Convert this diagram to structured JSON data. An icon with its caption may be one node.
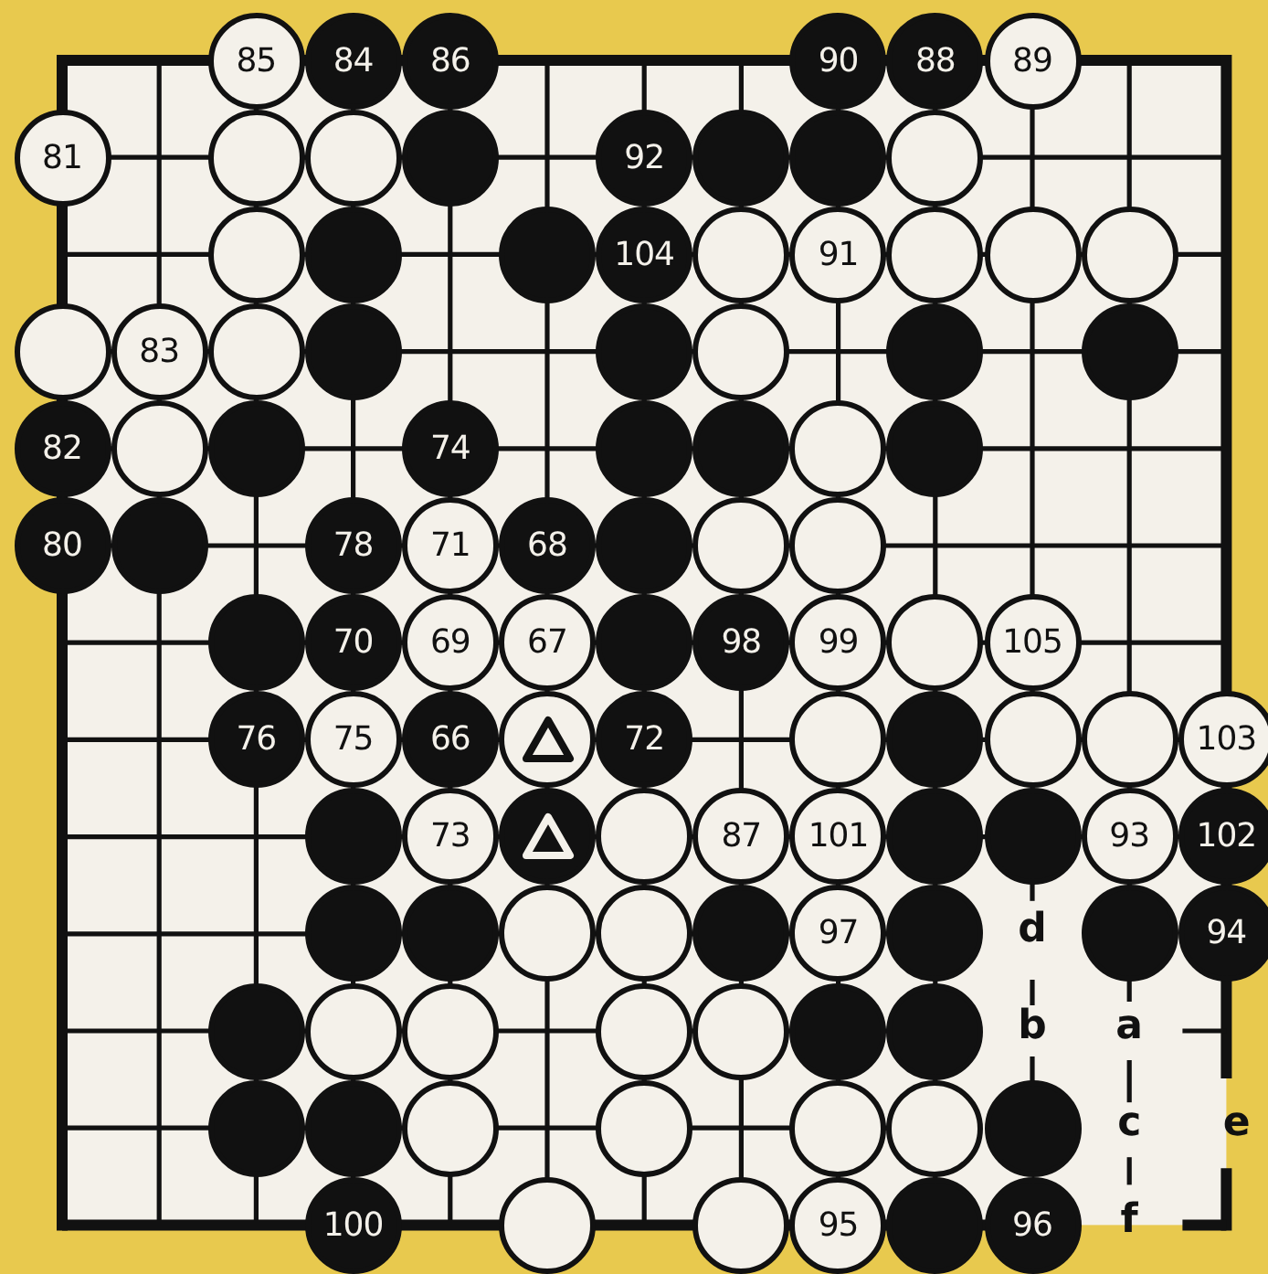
{
  "diagram": {
    "nodes": [
      {
        "text": [
          "85"
        ]
      },
      {
        "text": [
          "84"
        ]
      },
      {
        "text": [
          "86"
        ]
      },
      {
        "text": [
          "90"
        ]
      },
      {
        "text": [
          "88"
        ]
      },
      {
        "text": [
          "89"
        ]
      },
      {
        "text": [
          "81"
        ]
      },
      {
        "text": [],
        "shape": "circle"
      },
      {
        "text": [],
        "shape": "circle"
      },
      {
        "text": [],
        "shape": "circle"
      },
      {
        "text": [
          "92"
        ]
      },
      {
        "text": [],
        "shape": "circle"
      },
      {
        "text": [],
        "shape": "circle"
      },
      {
        "text": [],
        "shape": "circle"
      },
      {
        "text": [],
        "shape": "circle"
      },
      {
        "text": [],
        "shape": "circle"
      },
      {
        "text": [],
        "shape": "circle"
      },
      {
        "text": [
          "104"
        ]
      },
      {
        "text": [],
        "shape": "circle"
      },
      {
        "text": [
          "91"
        ]
      },
      {
        "text": [],
        "shape": "circle"
      },
      {
        "text": [],
        "shape": "circle"
      },
      {
        "text": [],
        "shape": "circle"
      },
      {
        "text": [],
        "shape": "circle"
      },
      {
        "text": [
          "83"
        ]
      },
      {
        "text": [],
        "shape": "circle"
      },
      {
        "text": [],
        "shape": "circle"
      },
      {
        "text": [],
        "shape": "circle"
      },
      {
        "text": [],
        "shape": "circle"
      },
      {
        "text": [],
        "shape": "circle"
      },
      {
        "text": [],
        "shape": "circle"
      },
      {
        "text": [
          "82"
        ]
      },
      {
        "text": [],
        "shape": "circle"
      },
      {
        "text": [],
        "shape": "circle"
      },
      {
        "text": [
          "74"
        ]
      },
      {
        "text": [],
        "shape": "circle"
      },
      {
        "text": [],
        "shape": "circle"
      },
      {
        "text": [],
        "shape": "circle"
      },
      {
        "text": [],
        "shape": "circle"
      },
      {
        "text": [
          "80"
        ]
      },
      {
        "text": [],
        "shape": "circle"
      },
      {
        "text": [
          "78"
        ]
      },
      {
        "text": [
          "71"
        ]
      },
      {
        "text": [
          "68"
        ]
      },
      {
        "text": [],
        "shape": "circle"
      },
      {
        "text": [],
        "shape": "circle"
      },
      {
        "text": [],
        "shape": "circle"
      },
      {
        "text": [],
        "shape": "circle"
      },
      {
        "text": [
          "70"
        ]
      },
      {
        "text": [
          "69"
        ]
      },
      {
        "text": [
          "67"
        ]
      },
      {
        "text": [],
        "shape": "circle"
      },
      {
        "text": [
          "98"
        ]
      },
      {
        "text": [
          "99"
        ]
      },
      {
        "text": [],
        "shape": "circle"
      },
      {
        "text": [
          "105"
        ]
      },
      {
        "text": [
          "76"
        ]
      },
      {
        "text": [
          "75"
        ]
      },
      {
        "text": [
          "66"
        ]
      },
      {
        "text": [],
        "shape": "circle"
      },
      {
        "text": [
          "72"
        ]
      },
      {
        "text": [],
        "shape": "circle"
      },
      {
        "text": [],
        "shape": "circle"
      },
      {
        "text": [],
        "shape": "circle"
      },
      {
        "text": [],
        "shape": "circle"
      },
      {
        "text": [
          "103"
        ]
      },
      {
        "text": [],
        "shape": "circle"
      },
      {
        "text": [
          "73"
        ]
      },
      {
        "text": [],
        "shape": "circle"
      },
      {
        "text": [],
        "shape": "circle"
      },
      {
        "text": [
          "87"
        ]
      },
      {
        "text": [
          "101"
        ]
      },
      {
        "text": [],
        "shape": "circle"
      },
      {
        "text": [],
        "shape": "circle"
      },
      {
        "text": [
          "93"
        ]
      },
      {
        "text": [
          "102"
        ]
      },
      {
        "text": [],
        "shape": "circle"
      },
      {
        "text": [],
        "shape": "circle"
      },
      {
        "text": [],
        "shape": "circle"
      },
      {
        "text": [],
        "shape": "circle"
      },
      {
        "text": [],
        "shape": "circle"
      },
      {
        "text": [
          "97"
        ]
      },
      {
        "text": [],
        "shape": "circle"
      },
      {
        "text": [],
        "shape": "circle"
      },
      {
        "text": [
          "94"
        ]
      },
      {
        "text": [],
        "shape": "circle"
      },
      {
        "text": [],
        "shape": "circle"
      },
      {
        "text": [],
        "shape": "circle"
      },
      {
        "text": [],
        "shape": "circle"
      },
      {
        "text": [],
        "shape": "circle"
      },
      {
        "text": [],
        "shape": "circle"
      },
      {
        "text": [],
        "shape": "circle"
      },
      {
        "text": [],
        "shape": "circle"
      },
      {
        "text": [],
        "shape": "circle"
      },
      {
        "text": [],
        "shape": "circle"
      },
      {
        "text": [],
        "shape": "circle"
      },
      {
        "text": [],
        "shape": "circle"
      },
      {
        "text": [],
        "shape": "circle"
      },
      {
        "text": [],
        "shape": "circle"
      },
      {
        "text": [
          "100"
        ]
      },
      {
        "text": [],
        "shape": "circle"
      },
      {
        "text": [],
        "shape": "circle"
      },
      {
        "text": [
          "95"
        ]
      },
      {
        "text": [],
        "shape": "circle"
      },
      {
        "text": [
          "96"
        ]
      }
    ],
    "labels": [
      "d",
      "b",
      "a",
      "c",
      "e",
      "f"
    ]
  }
}
